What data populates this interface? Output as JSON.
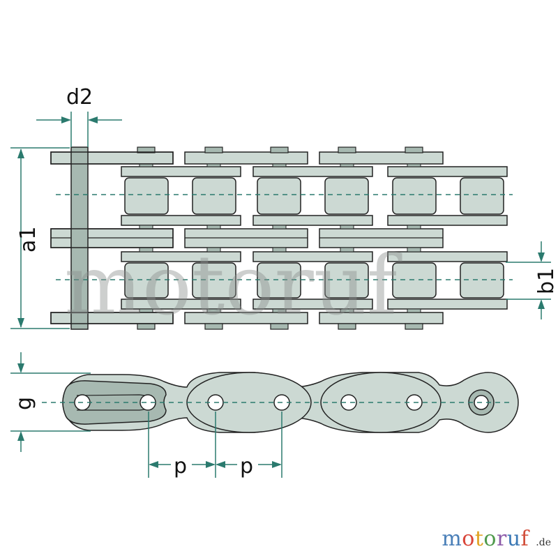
{
  "dimensions": {
    "d2": "d2",
    "a1": "a1",
    "b1": "b1",
    "g": "g",
    "p": "p"
  },
  "watermark": "motoruf",
  "logo": {
    "letters": [
      "m",
      "o",
      "t",
      "o",
      "r",
      "u",
      "f"
    ],
    "tld": ".de"
  },
  "colors": {
    "plate_fill": "#ccd9d3",
    "plate_dark": "#a7b9b1",
    "outline": "#222222",
    "dimension": "#2b7a6e",
    "watermark": "#8a8e8c",
    "logo_letters": [
      "#4a7fb8",
      "#d9463a",
      "#e1a324",
      "#4f9a4c",
      "#8c5aa8",
      "#3c79b5",
      "#d24e3a"
    ]
  }
}
